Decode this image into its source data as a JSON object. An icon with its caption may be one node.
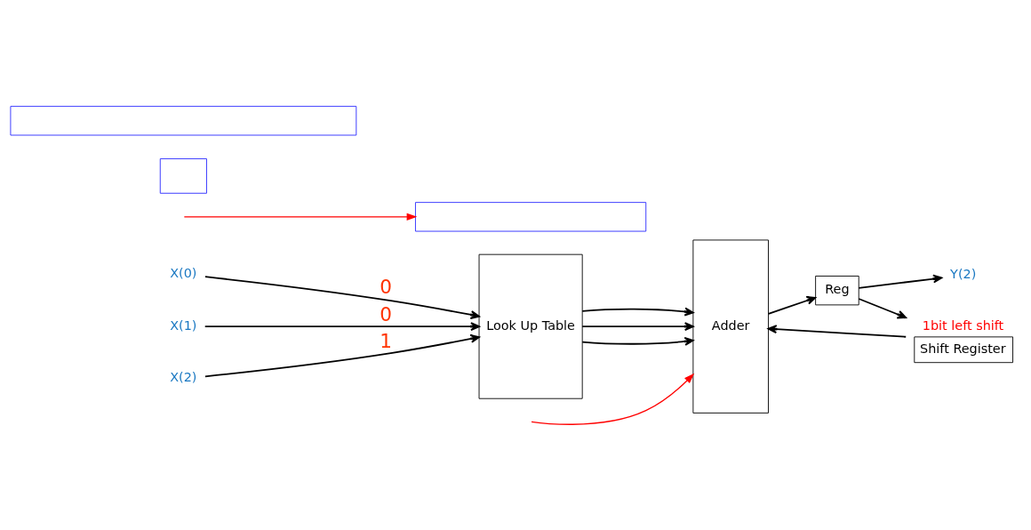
{
  "diagram": {
    "nodes": [
      {
        "text": [
          "X(0)"
        ]
      },
      {
        "text": [
          "X(1)"
        ]
      },
      {
        "text": [
          "X(2)"
        ]
      },
      {
        "text": [
          "Look Up Table"
        ]
      },
      {
        "text": [
          "Adder"
        ]
      },
      {
        "text": [
          "Reg"
        ]
      },
      {
        "text": [
          "Y(2)"
        ]
      },
      {
        "text": [
          "Shift Register"
        ],
        "beside": [
          "1bit left shift"
        ]
      },
      {
        "text": [],
        "shape": "box"
      },
      {
        "text": [],
        "shape": "box"
      },
      {
        "text": [],
        "shape": "box"
      }
    ],
    "edges": [
      {
        "from": 0,
        "to": 3,
        "arrow": "to",
        "label": "0"
      },
      {
        "from": 1,
        "to": 3,
        "arrow": "to",
        "label": "0"
      },
      {
        "from": 2,
        "to": 3,
        "arrow": "to",
        "label": "1"
      },
      {
        "from": 3,
        "to": 4,
        "arrow": "to"
      },
      {
        "from": 3,
        "to": 4,
        "arrow": "to"
      },
      {
        "from": 3,
        "to": 4,
        "arrow": "to"
      },
      {
        "from": 4,
        "to": 5,
        "arrow": "to"
      },
      {
        "from": 5,
        "to": 6,
        "arrow": "to"
      },
      {
        "from": 5,
        "to": 7,
        "arrow": "to"
      },
      {
        "from": 7,
        "to": 4,
        "arrow": "to"
      },
      {
        "from": null,
        "to": 8,
        "arrow": "to",
        "color": "#ff0000"
      },
      {
        "from": null,
        "to": 4,
        "arrow": "to",
        "color": "#ff0000"
      }
    ]
  }
}
